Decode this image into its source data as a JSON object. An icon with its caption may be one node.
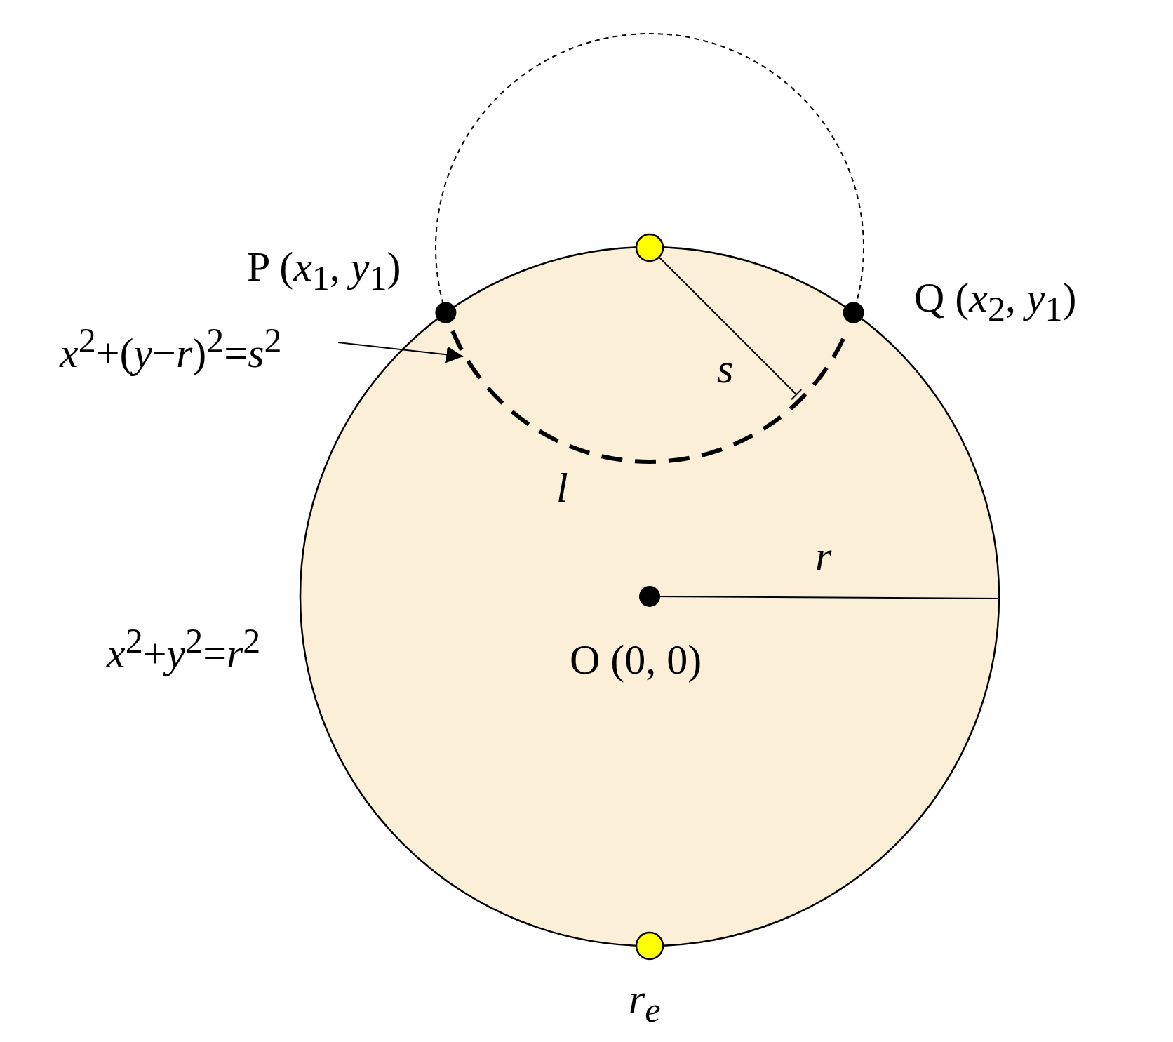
{
  "diagram": {
    "nodes": [
      {
        "text": [
          "*x*$^{2}$+(*y*−*r*)$^{2}$=*s*$^{2}$"
        ]
      },
      {
        "text": [],
        "shape": "arc",
        "beside": [
          "l"
        ]
      }
    ],
    "edges": [
      {
        "from": 0,
        "to": 1,
        "arrow": "to"
      }
    ],
    "labels": [
      "P (*x*$_{1}$, *y*$_{1}$)",
      "Q (*x*$_{2}$, *y*$_{1}$)",
      "s",
      "r",
      "O (0, 0)",
      "*x*$^{2}$+*y*$^{2}$=*r*$^{2}$",
      "r$_{e}$"
    ]
  }
}
